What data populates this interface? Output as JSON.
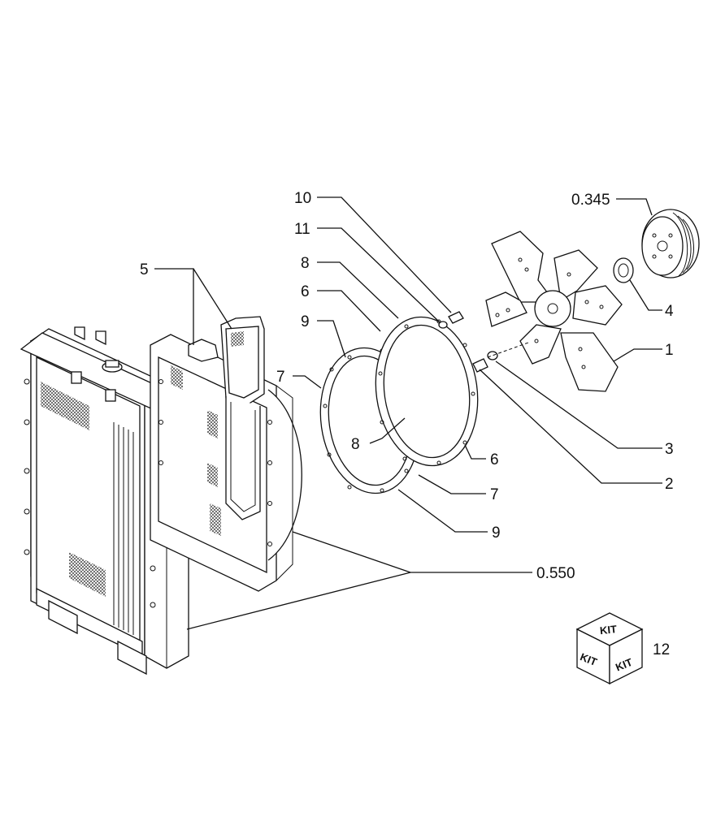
{
  "callouts": [
    {
      "id": "c10",
      "text": "10"
    },
    {
      "id": "c11",
      "text": "11"
    },
    {
      "id": "c8a",
      "text": "8"
    },
    {
      "id": "c6a",
      "text": "6"
    },
    {
      "id": "c9a",
      "text": "9"
    },
    {
      "id": "c7a",
      "text": "7"
    },
    {
      "id": "c5",
      "text": "5"
    },
    {
      "id": "c8b",
      "text": "8"
    },
    {
      "id": "c0345",
      "text": "0.345"
    },
    {
      "id": "c4",
      "text": "4"
    },
    {
      "id": "c1",
      "text": "1"
    },
    {
      "id": "c3",
      "text": "3"
    },
    {
      "id": "c2",
      "text": "2"
    },
    {
      "id": "c6b",
      "text": "6"
    },
    {
      "id": "c7b",
      "text": "7"
    },
    {
      "id": "c9b",
      "text": "9"
    },
    {
      "id": "c0550",
      "text": "0.550"
    },
    {
      "id": "c12",
      "text": "12"
    }
  ],
  "kit_box": {
    "top": "KIT",
    "left": "KIT",
    "right": "KIT"
  },
  "colors": {
    "line": "#111111",
    "background": "#ffffff"
  }
}
